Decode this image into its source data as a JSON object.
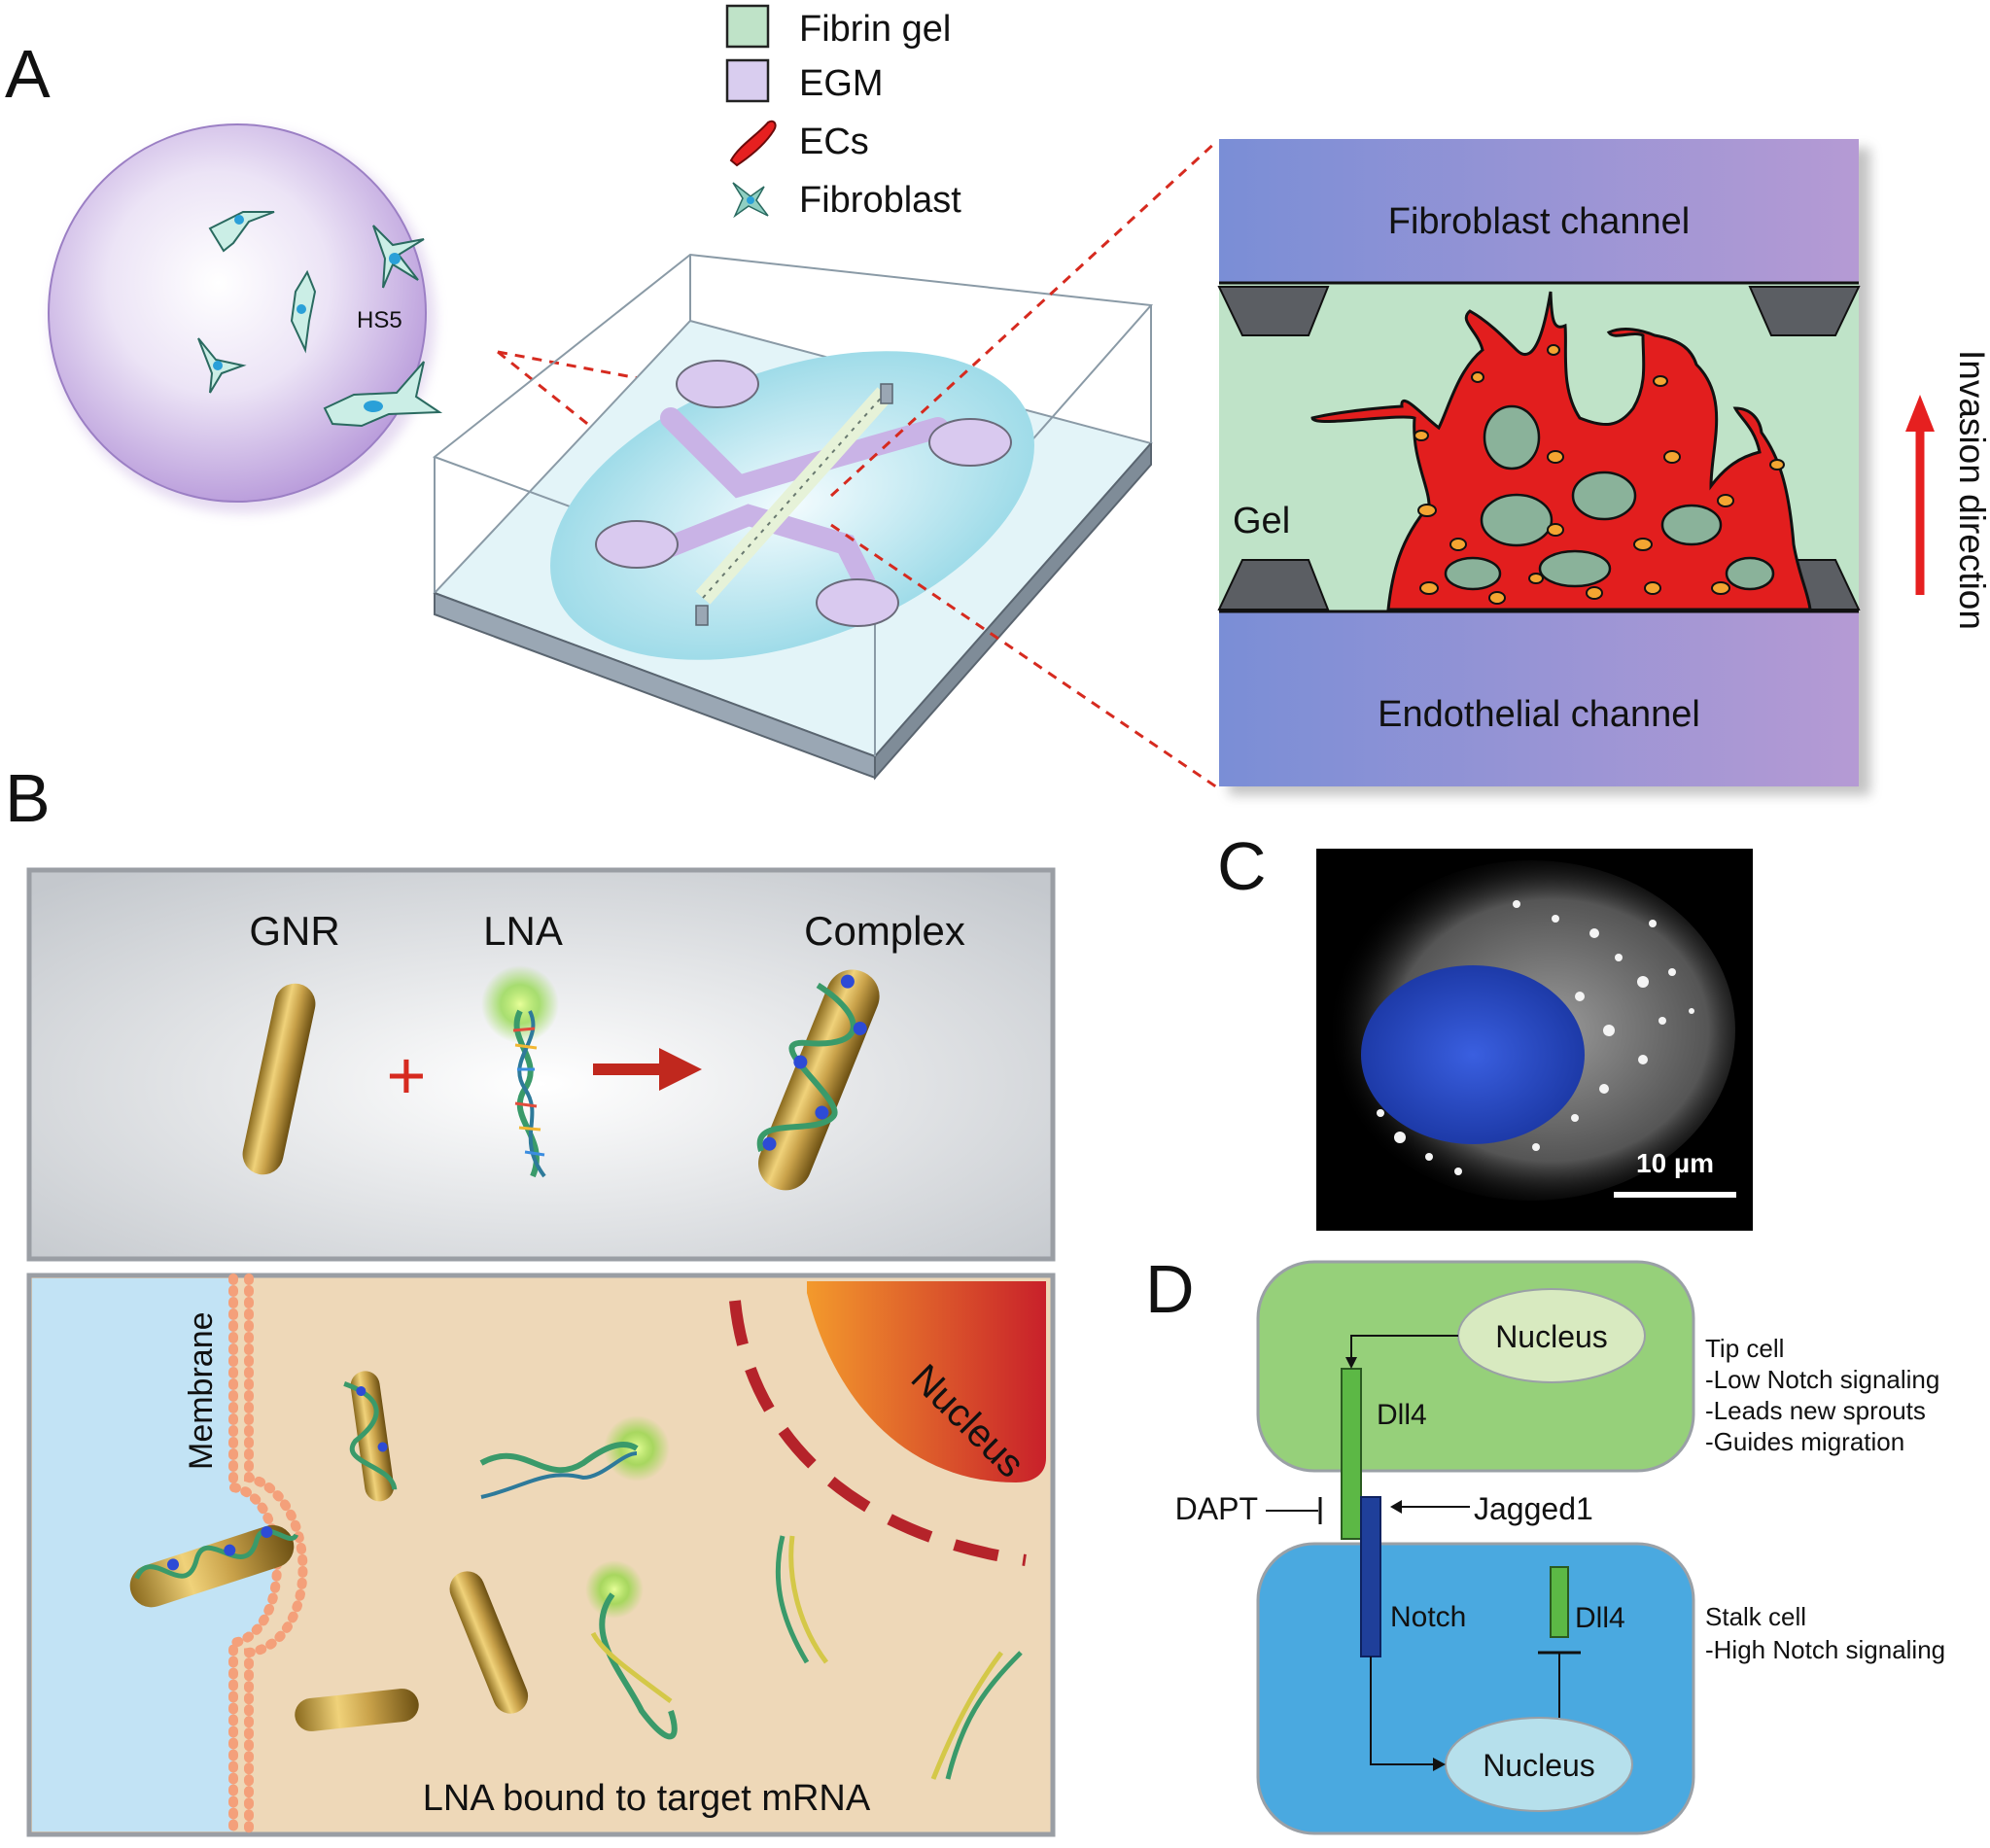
{
  "panels": {
    "a": "A",
    "b": "B",
    "c": "C",
    "d": "D"
  },
  "legend": [
    {
      "label": "Fibrin gel",
      "color": "#bfe3c8",
      "icon": "square-swatch"
    },
    {
      "label": "EGM",
      "color": "#d9cdef",
      "icon": "square-swatch"
    },
    {
      "label": "ECs",
      "color": "#e62020",
      "icon": "endothelial-cell-icon"
    },
    {
      "label": "Fibroblast",
      "color": "#8fcfc2",
      "icon": "fibroblast-icon"
    }
  ],
  "panel_a": {
    "sphere_label": "HS5",
    "top_channel": "Fibroblast channel",
    "gel_label": "Gel",
    "bottom_channel": "Endothelial channel",
    "invasion_label": "Invasion direction"
  },
  "panel_b": {
    "gnr_label": "GNR",
    "lna_label": "LNA",
    "complex_label": "Complex",
    "plus_sign": "+",
    "membrane_label": "Membrane",
    "nucleus_label": "Nucleus",
    "bottom_caption": "LNA bound to target mRNA"
  },
  "panel_c": {
    "scale_bar_label": "10 µm"
  },
  "panel_d": {
    "tip_nucleus": "Nucleus",
    "tip_dll4": "Dll4",
    "dapt": "DAPT",
    "jagged1": "Jagged1",
    "notch": "Notch",
    "stalk_dll4": "Dll4",
    "stalk_nucleus": "Nucleus",
    "tip_cell_notes": [
      "Tip cell",
      "-Low Notch signaling",
      "-Leads new sprouts",
      "-Guides migration"
    ],
    "stalk_cell_notes": [
      "Stalk cell",
      "-High Notch signaling"
    ]
  },
  "colors": {
    "accent_red": "#d62a1f",
    "tip_cell_green": "#96d07a",
    "stalk_cell_blue": "#4aa9e0",
    "dll4_green": "#5cb845",
    "notch_blue": "#1f3f9a",
    "dapi_blue": "#2c50c8"
  }
}
